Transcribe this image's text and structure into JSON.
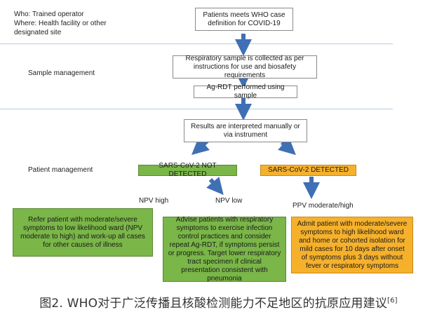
{
  "who": {
    "line1": "Who:  Trained operator",
    "line2": "Where:  Health facility or other",
    "line3": "designated site"
  },
  "sections": {
    "sample_management": "Sample management",
    "patient_management": "Patient management"
  },
  "boxes": {
    "case_definition": "Patients meets WHO case definition for COVID-19",
    "sample_collection": "Respiratory sample is collected as per instructions for use and biosafety requirements",
    "ag_rdt": "Ag-RDT  performed using sample",
    "results": "Results are interpreted manually or via instrument",
    "not_detected": "SARS-CoV-2 NOT DETECTED",
    "detected": "SARS-CoV-2 DETECTED",
    "npv_high_action": "Refer patient with moderate/severe symptoms to low likelihood ward (NPV moderate to high) and work-up all cases for other causes of illness",
    "npv_low_action": "Advise patients with respiratory symptoms to exercise infection control practices and consider repeat Ag-RDT,  if symptoms persist or progress. Target lower respiratory tract specimen if clinical presentation consistent with pneumonia",
    "ppv_action": "Admit patient with moderate/severe symptoms to high likelihood ward and home or cohorted isolation for mild cases for 10 days after onset of symptoms plus 3 days without fever or respiratory symptoms"
  },
  "branches": {
    "npv_high": "NPV high",
    "npv_low": "NPV low",
    "ppv": "PPV moderate/high"
  },
  "caption": {
    "text": "图2. WHO对于广泛传播且核酸检测能力不足地区的抗原应用建议",
    "ref": "[6]"
  },
  "colors": {
    "arrow": "#3f6fb5",
    "green": "#7ab648",
    "orange": "#f6b12c",
    "divider": "#b8cde0"
  }
}
